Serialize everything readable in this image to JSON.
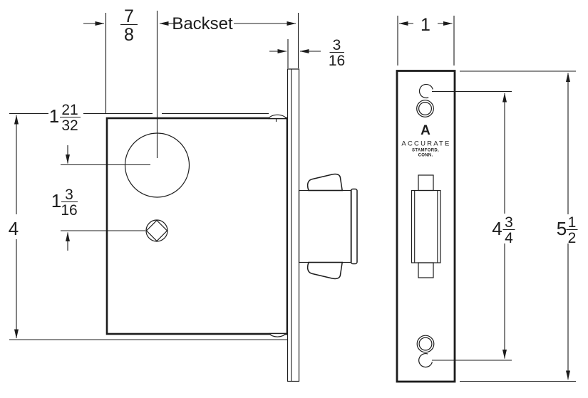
{
  "side_view": {
    "cylinder_offset": {
      "num": "7",
      "den": "8"
    },
    "backset_label": "Backset",
    "faceplate_projection": {
      "num": "3",
      "den": "16"
    },
    "case_height": "4",
    "top_to_cylinder": {
      "whole": "1",
      "num": "21",
      "den": "32"
    },
    "cylinder_to_spindle": {
      "whole": "1",
      "num": "3",
      "den": "16"
    }
  },
  "front_view": {
    "faceplate_width": "1",
    "screw_hole_spacing": {
      "whole": "4",
      "num": "3",
      "den": "4"
    },
    "faceplate_height": {
      "whole": "5",
      "num": "1",
      "den": "2"
    },
    "logo": {
      "monogram": "A",
      "brand": "ACCURATE",
      "address_line1": "STAMFORD,",
      "address_line2": "CONN."
    }
  },
  "colors": {
    "ink": "#1c1c1c",
    "paper": "#ffffff"
  }
}
